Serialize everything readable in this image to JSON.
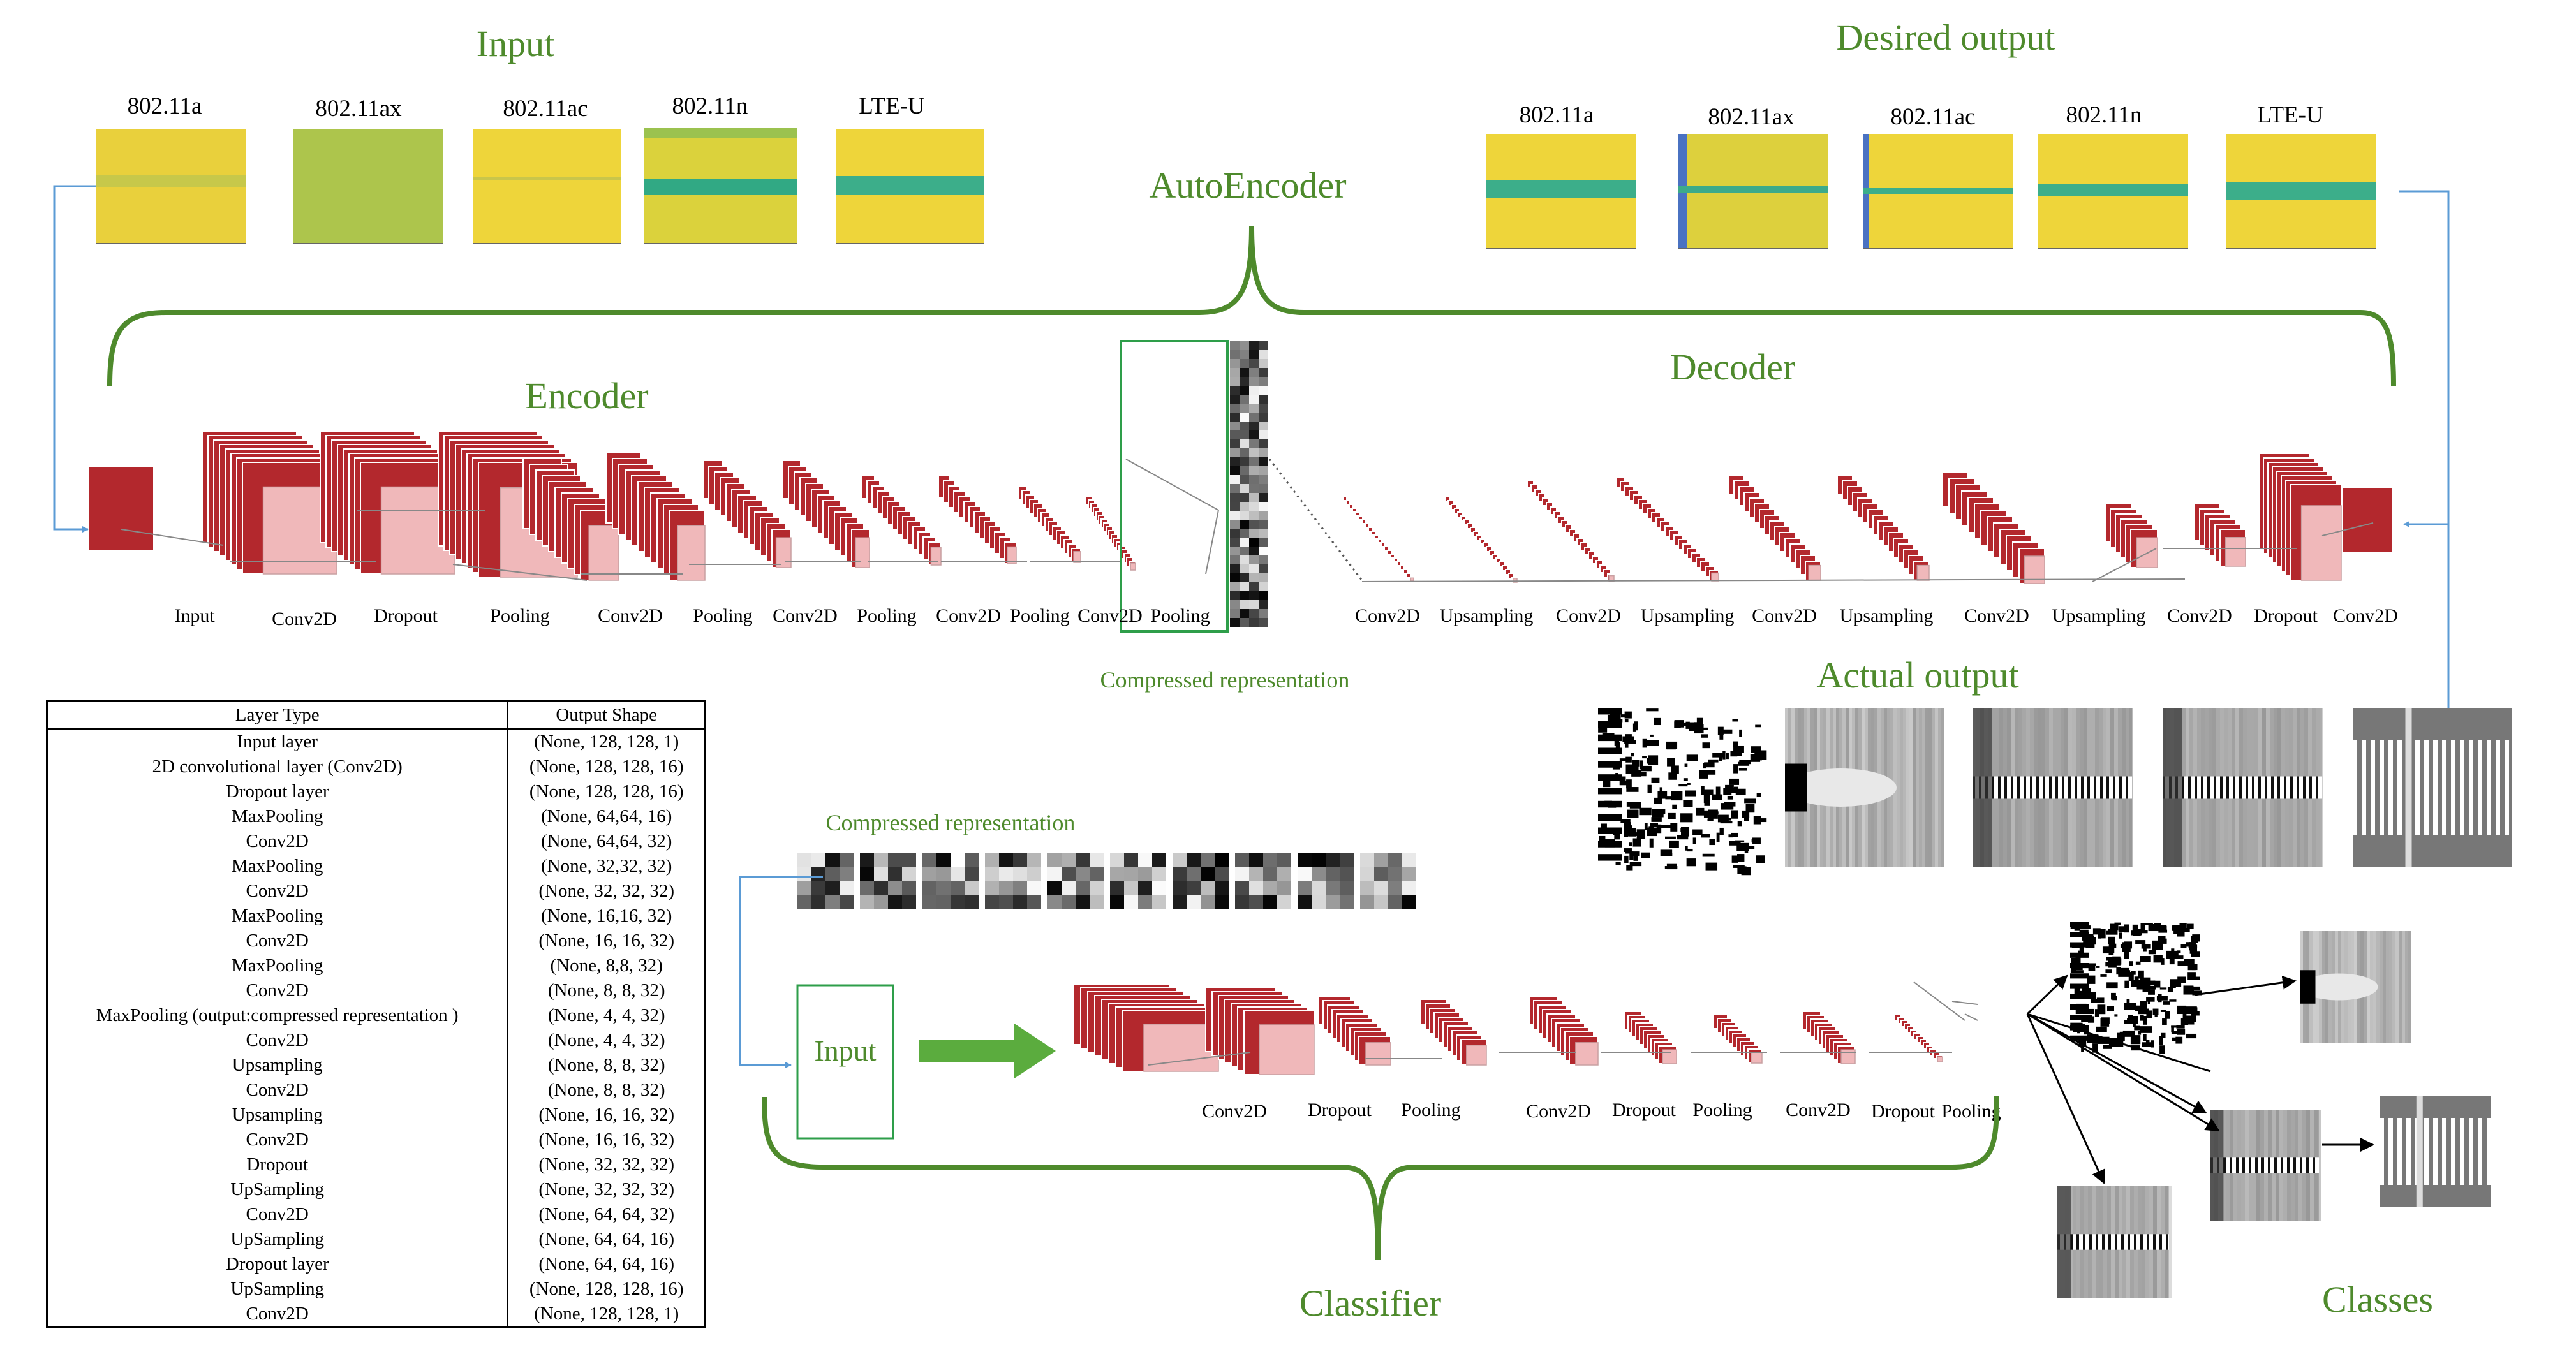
{
  "titles": {
    "input": "Input",
    "desired_output": "Desired output",
    "autoencoder": "AutoEncoder",
    "encoder": "Encoder",
    "decoder": "Decoder",
    "compressed_representation_ae": "Compressed representation",
    "actual_output": "Actual output",
    "compressed_representation_cls": "Compressed representation",
    "classifier_input": "Input",
    "classifier": "Classifier",
    "classes": "Classes"
  },
  "input_spectrograms": [
    "802.11a",
    "802.11ax",
    "802.11ac",
    "802.11n",
    "LTE-U"
  ],
  "output_spectrograms": [
    "802.11a",
    "802.11ax",
    "802.11ac",
    "802.11n",
    "LTE-U"
  ],
  "encoder_labels": [
    "Input",
    "Conv2D",
    "Dropout",
    "Pooling",
    "Conv2D",
    "Pooling",
    "Conv2D",
    "Pooling",
    "Conv2D",
    "Pooling",
    "Conv2D",
    "Pooling"
  ],
  "decoder_labels": [
    "Conv2D",
    "Upsampling",
    "Conv2D",
    "Upsampling",
    "Conv2D",
    "Upsampling",
    "Conv2D",
    "Upsampling",
    "Conv2D",
    "Dropout",
    "Conv2D"
  ],
  "classifier_labels": [
    "Conv2D",
    "Dropout",
    "Pooling",
    "Conv2D",
    "Dropout",
    "Pooling",
    "Conv2D",
    "Dropout",
    "Pooling"
  ],
  "table": {
    "headers": [
      "Layer Type",
      "Output Shape"
    ],
    "rows": [
      [
        "Input layer",
        "(None, 128, 128, 1)"
      ],
      [
        "2D convolutional layer (Conv2D)",
        "(None, 128, 128, 16)"
      ],
      [
        "Dropout layer",
        "(None, 128, 128, 16)"
      ],
      [
        "MaxPooling",
        "(None, 64,64, 16)"
      ],
      [
        "Conv2D",
        "(None, 64,64, 32)"
      ],
      [
        "MaxPooling",
        "(None, 32,32, 32)"
      ],
      [
        "Conv2D",
        "(None, 32, 32, 32)"
      ],
      [
        "MaxPooling",
        "(None, 16,16, 32)"
      ],
      [
        "Conv2D",
        "(None, 16, 16, 32)"
      ],
      [
        "MaxPooling",
        "(None, 8,8, 32)"
      ],
      [
        "Conv2D",
        "(None, 8, 8, 32)"
      ],
      [
        "MaxPooling (output:compressed representation )",
        "(None, 4, 4, 32)"
      ],
      [
        "Conv2D",
        "(None, 4, 4, 32)"
      ],
      [
        "Upsampling",
        "(None, 8, 8, 32)"
      ],
      [
        "Conv2D",
        "(None, 8, 8, 32)"
      ],
      [
        "Upsampling",
        "(None, 16, 16, 32)"
      ],
      [
        "Conv2D",
        "(None, 16, 16, 32)"
      ],
      [
        "Dropout",
        "(None, 32, 32, 32)"
      ],
      [
        "UpSampling",
        "(None, 32, 32, 32)"
      ],
      [
        "Conv2D",
        "(None, 64, 64, 32)"
      ],
      [
        "UpSampling",
        "(None, 64, 64, 16)"
      ],
      [
        "Dropout layer",
        "(None, 64, 64, 16)"
      ],
      [
        "UpSampling",
        "(None, 128, 128, 16)"
      ],
      [
        "Conv2D",
        "(None, 128, 128, 1)"
      ]
    ]
  },
  "colors": {
    "accent_green": "#4e8a2c",
    "layer_red": "#b3282d",
    "layer_pink": "#f0b8ba",
    "arrow_blue": "#5b9bd5",
    "spectrogram_yellow": "#ecd23a",
    "spectrogram_band": "#3cae8a"
  }
}
